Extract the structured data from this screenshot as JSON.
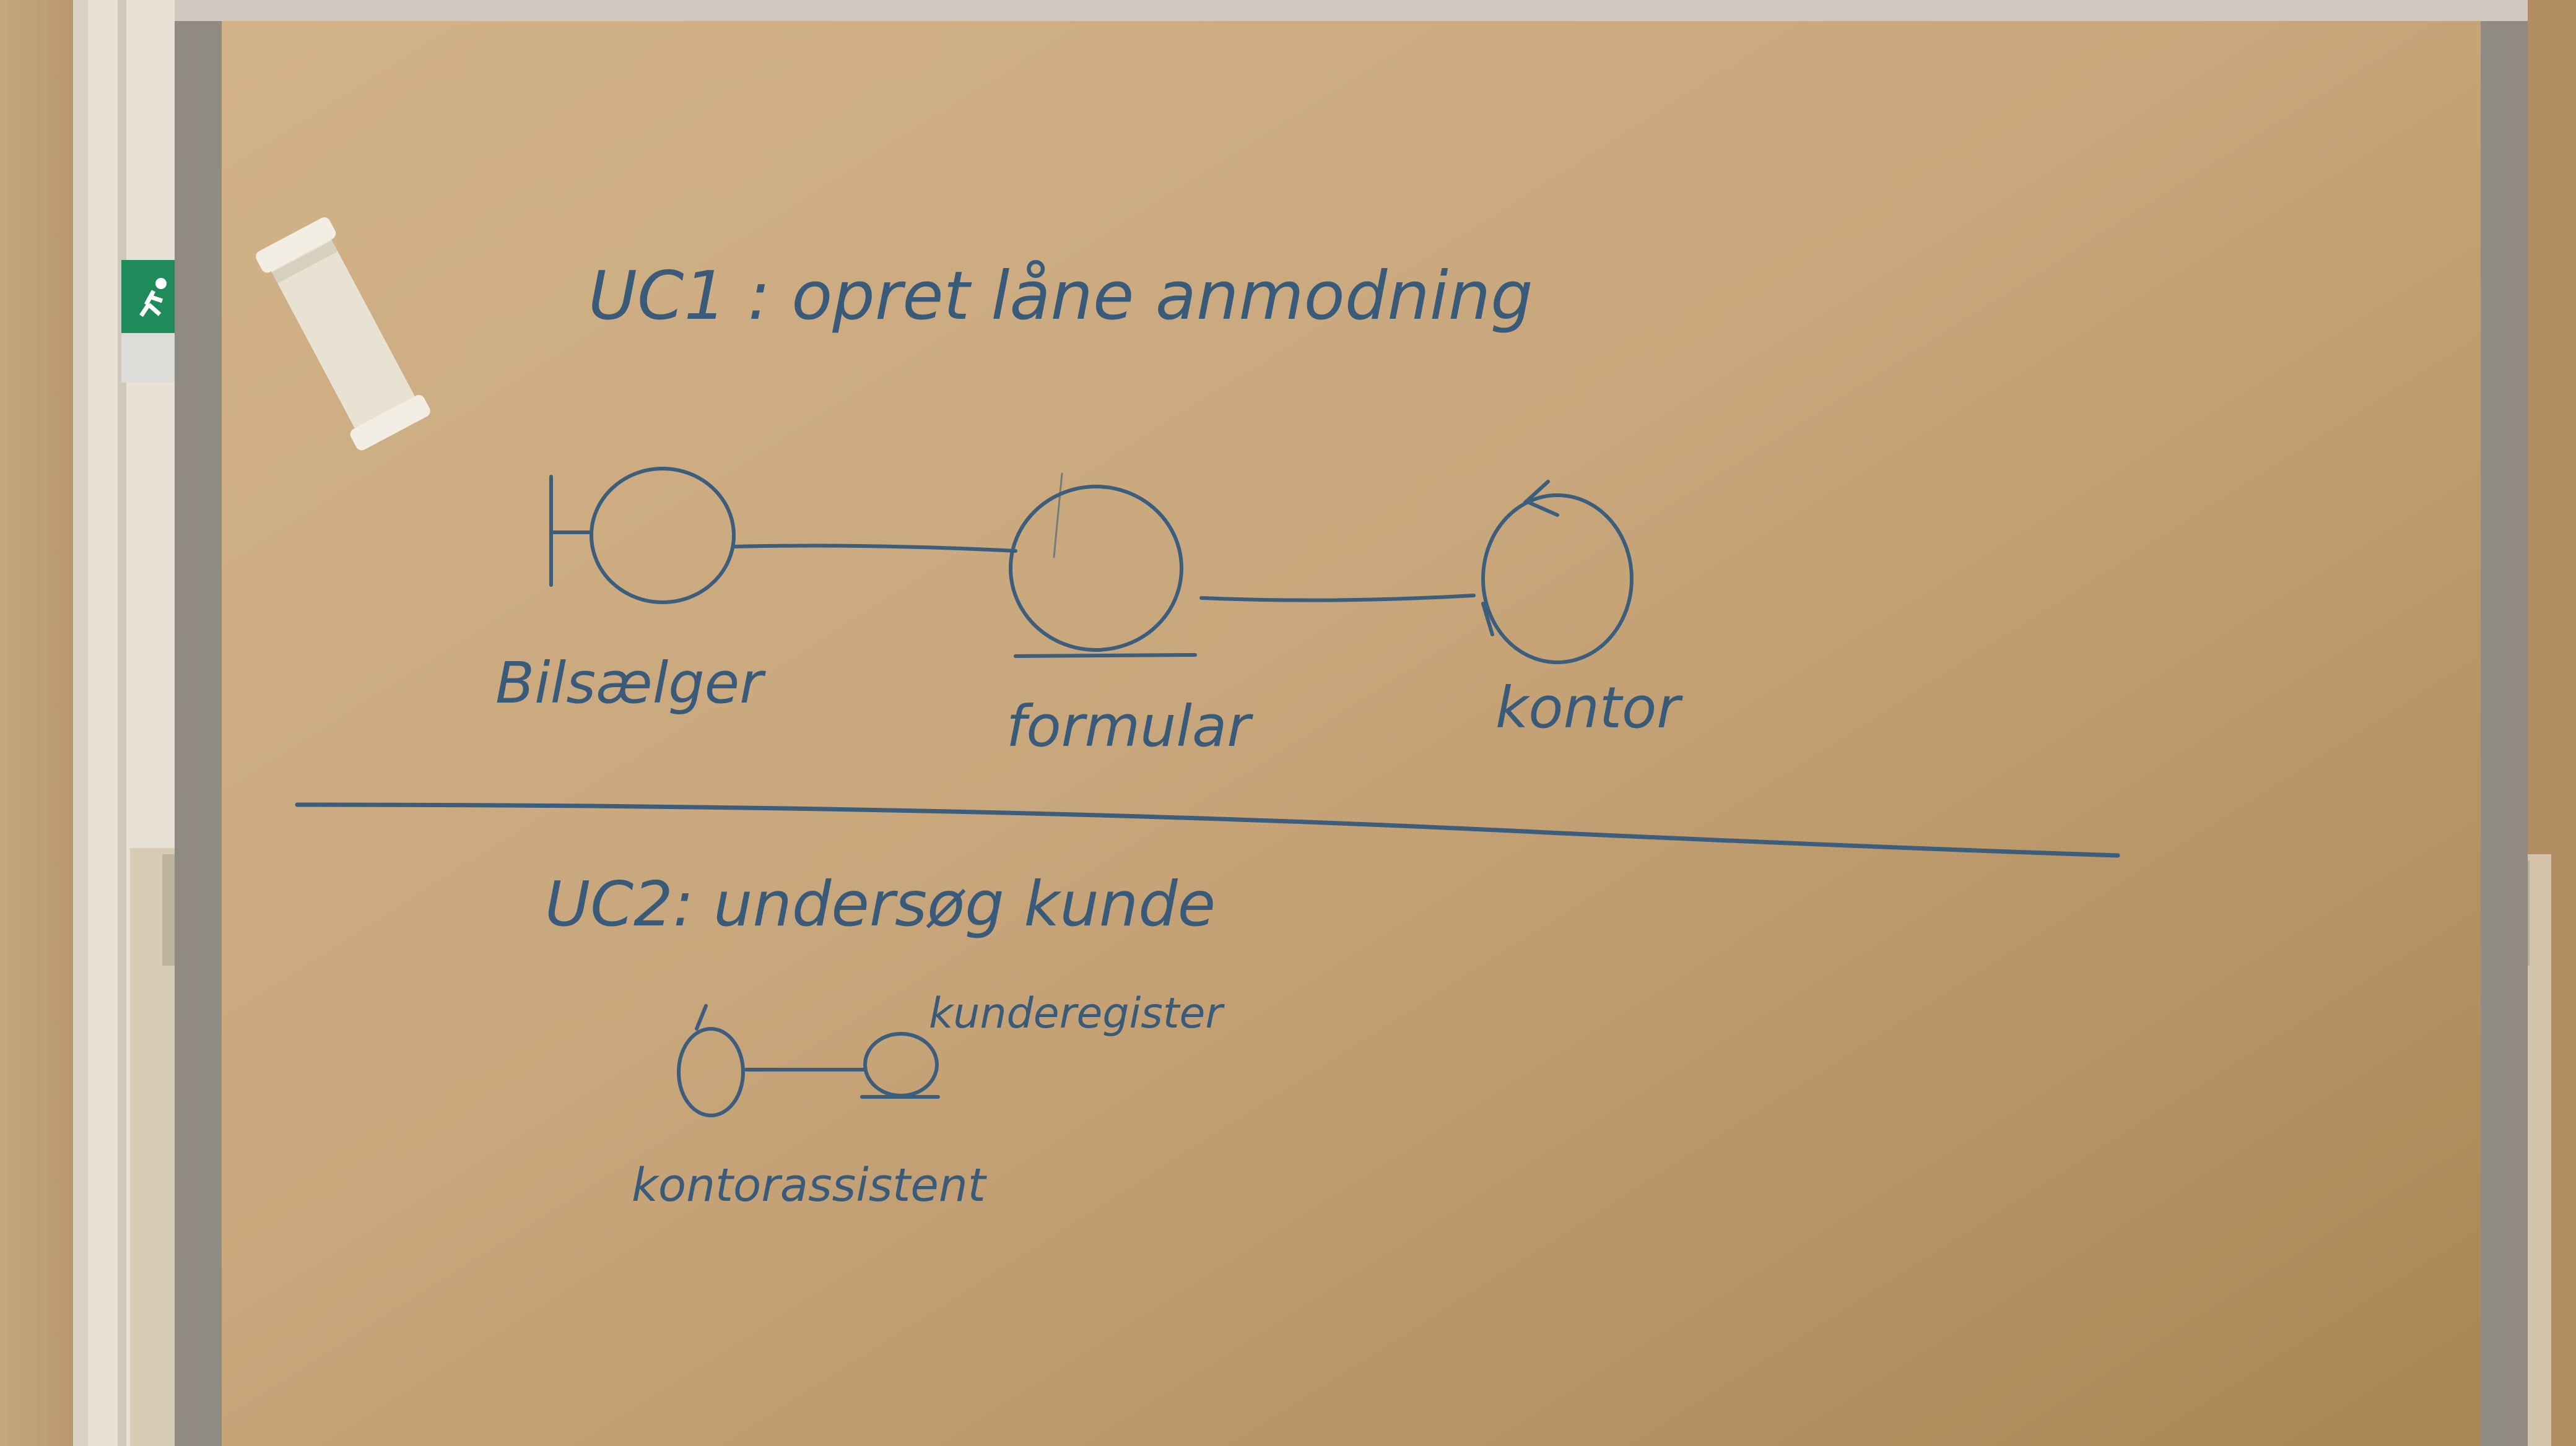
{
  "whiteboard": {
    "uc1": {
      "title": "UC1 : opret låne anmodning",
      "actors": [
        {
          "label": "Bilsælger",
          "kind": "boundary"
        },
        {
          "label": "formular",
          "kind": "entity"
        },
        {
          "label": "kontor",
          "kind": "control"
        }
      ]
    },
    "uc2": {
      "title": "UC2: undersøg kunde",
      "actors": [
        {
          "label": "kontorassistent",
          "kind": "control"
        },
        {
          "label": "kunderegister",
          "kind": "entity"
        }
      ]
    }
  },
  "colors": {
    "board": "#c9a77c",
    "board_frame": "#a8a29a",
    "marker": "#3a5a7a",
    "wall": "#b48e63",
    "exit_sign": "#1f8a5a"
  },
  "icons": {
    "exit_sign": "running-man-exit-icon",
    "eraser": "eraser"
  }
}
